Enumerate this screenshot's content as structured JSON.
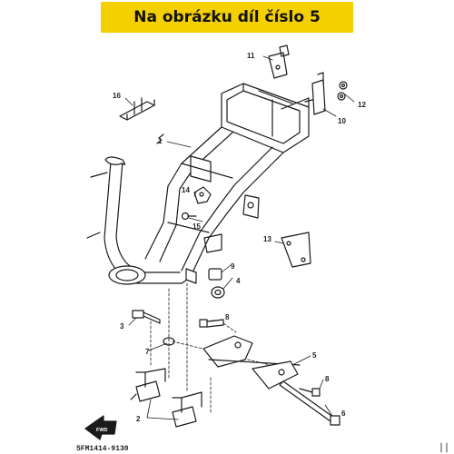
{
  "banner": {
    "text": "Na obrázku díl číslo 5"
  },
  "callouts": {
    "p1": "1",
    "p2": "2",
    "p3": "3",
    "p4": "4",
    "p5": "5",
    "p6": "6",
    "p7": "7",
    "p8a": "8",
    "p8b": "8",
    "p9": "9",
    "p10": "10",
    "p11": "11",
    "p12": "12",
    "p13": "13",
    "p14": "14",
    "p15": "15",
    "p16": "16"
  },
  "fwd_label": "FWD",
  "diagram_code": "5FM1414-9130"
}
